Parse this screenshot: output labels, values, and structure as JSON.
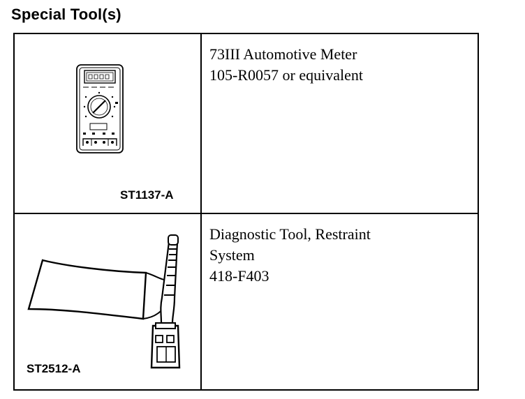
{
  "heading": "Special Tool(s)",
  "tools": [
    {
      "figure_code": "ST1137-A",
      "icon": "multimeter-icon",
      "lines": [
        "73III Automotive Meter",
        "105-R0057 or equivalent"
      ]
    },
    {
      "figure_code": "ST2512-A",
      "icon": "diagnostic-cable-icon",
      "lines": [
        "Diagnostic Tool, Restraint",
        "System",
        "418-F403"
      ]
    }
  ]
}
